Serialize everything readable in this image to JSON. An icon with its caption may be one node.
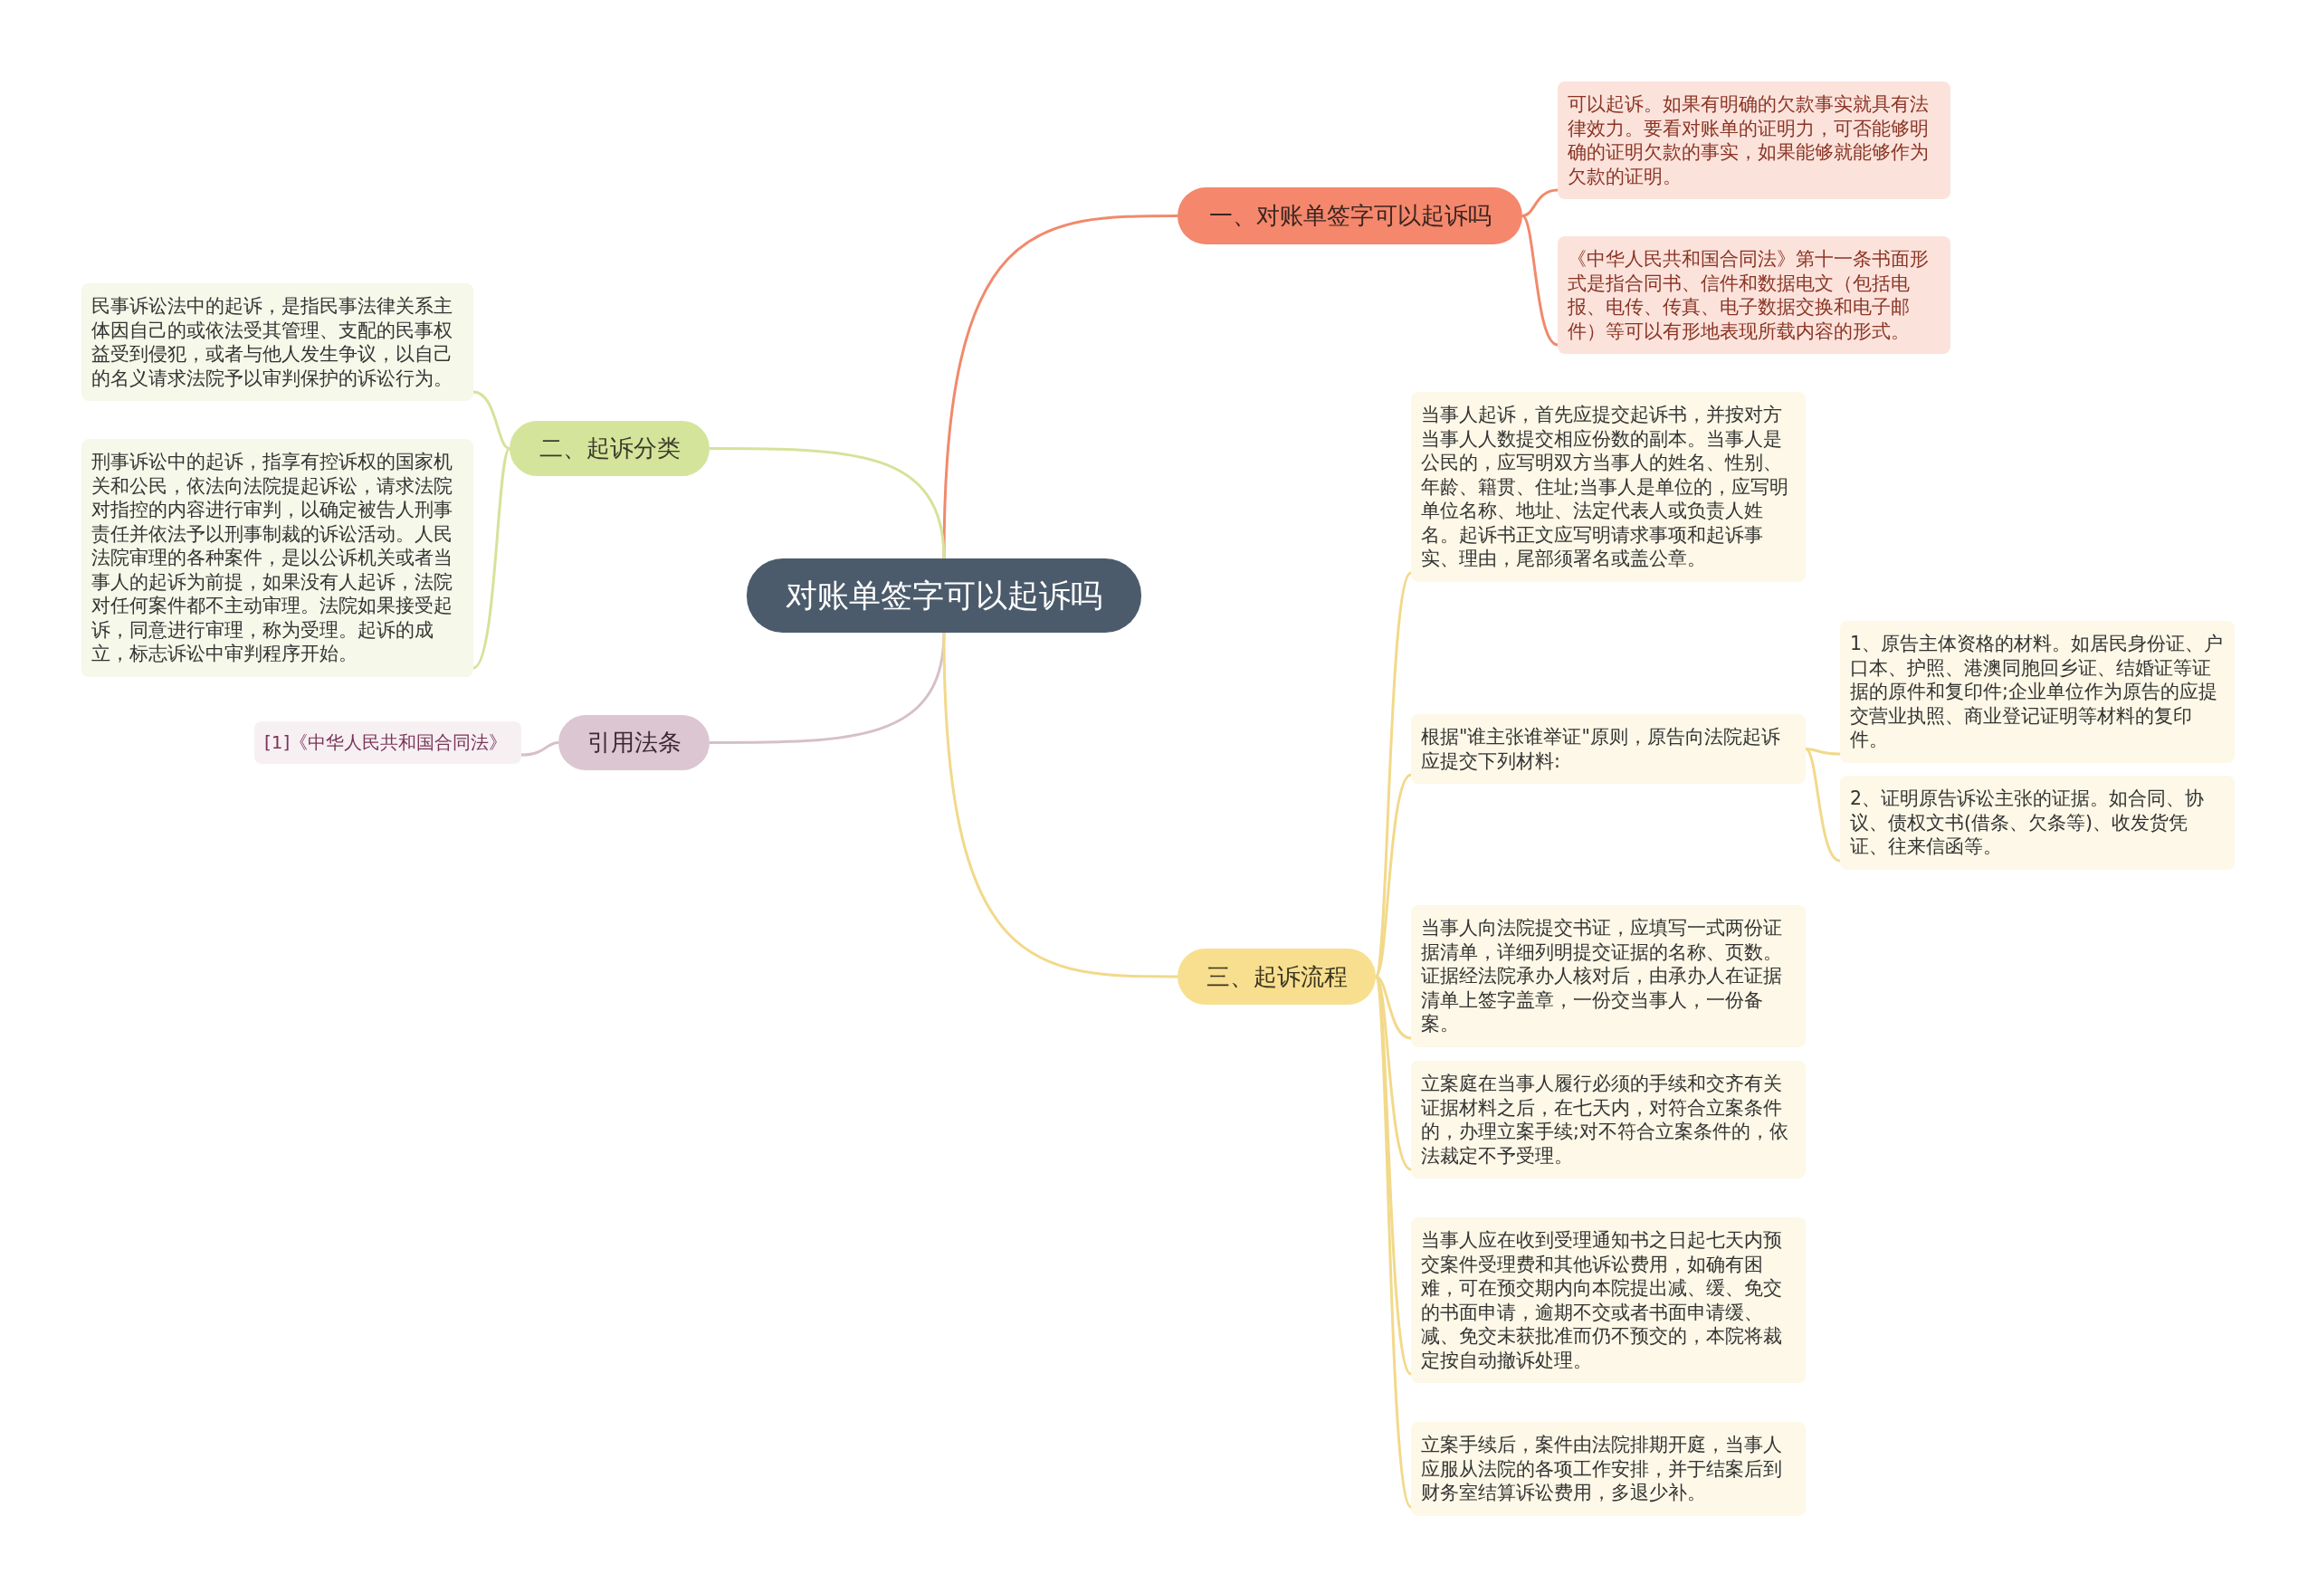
{
  "diagram": {
    "nodes": [
      {
        "text": [
          "对账单签字可以起诉吗"
        ]
      },
      {
        "text": [
          "一、对账单签字可以起诉吗"
        ]
      },
      {
        "text": [
          "可以起诉。如果有明确的欠款事实就具有法律效力。要看对账单的证明力，可否能够明确的证明欠款的事实，如果能够就能够作为欠款的证明。"
        ]
      },
      {
        "text": [
          "《中华人民共和国合同法》第十一条书面形式是指合同书、信件和数据电文（包括电报、电传、传真、电子数据交换和电子邮件）等可以有形地表现所载内容的形式。"
        ]
      },
      {
        "text": [
          "二、起诉分类"
        ]
      },
      {
        "text": [
          "民事诉讼法中的起诉，是指民事法律关系主体因自己的或依法受其管理、支配的民事权益受到侵犯，或者与他人发生争议，以自己的名义请求法院予以审判保护的诉讼行为。"
        ]
      },
      {
        "text": [
          "刑事诉讼中的起诉，指享有控诉权的国家机关和公民，依法向法院提起诉讼，请求法院对指控的内容进行审判，以确定被告人刑事责任并依法予以刑事制裁的诉讼活动。人民法院审理的各种案件，是以公诉机关或者当事人的起诉为前提，如果没有人起诉，法院对任何案件都不主动审理。法院如果接受起诉，同意进行审理，称为受理。起诉的成立，标志诉讼中审判程序开始。"
        ]
      },
      {
        "text": [
          "引用法条"
        ]
      },
      {
        "text": [
          "[1]《中华人民共和国合同法》"
        ]
      },
      {
        "text": [
          "三、起诉流程"
        ]
      },
      {
        "text": [
          "当事人起诉，首先应提交起诉书，并按对方当事人人数提交相应份数的副本。当事人是公民的，应写明双方当事人的姓名、性别、年龄、籍贯、住址;当事人是单位的，应写明单位名称、地址、法定代表人或负责人姓名。起诉书正文应写明请求事项和起诉事实、理由，尾部须署名或盖公章。"
        ]
      },
      {
        "text": [
          "根据\"谁主张谁举证\"原则，原告向法院起诉应提交下列材料:"
        ]
      },
      {
        "text": [
          "1、原告主体资格的材料。如居民身份证、户口本、护照、港澳同胞回乡证、结婚证等证据的原件和复印件;企业单位作为原告的应提交营业执照、商业登记证明等材料的复印件。"
        ]
      },
      {
        "text": [
          "2、证明原告诉讼主张的证据。如合同、协议、债权文书(借条、欠条等)、收发货凭证、往来信函等。"
        ]
      },
      {
        "text": [
          "当事人向法院提交书证，应填写一式两份证据清单，详细列明提交证据的名称、页数。证据经法院承办人核对后，由承办人在证据清单上签字盖章，一份交当事人，一份备案。"
        ]
      },
      {
        "text": [
          "立案庭在当事人履行必须的手续和交齐有关证据材料之后，在七天内，对符合立案条件的，办理立案手续;对不符合立案条件的，依法裁定不予受理。"
        ]
      },
      {
        "text": [
          "当事人应在收到受理通知书之日起七天内预交案件受理费和其他诉讼费用，如确有困难，可在预交期内向本院提出减、缓、免交的书面申请，逾期不交或者书面申请缓、减、免交未获批准而仍不预交的，本院将裁定按自动撤诉处理。"
        ]
      },
      {
        "text": [
          "立案手续后，案件由法院排期开庭，当事人应服从法院的各项工作安排，并于结案后到财务室结算诉讼费用，多退少补。"
        ]
      }
    ],
    "edges": [
      {
        "from": 0,
        "to": 1,
        "arrow": "none",
        "color": "#f08a6c"
      },
      {
        "from": 1,
        "to": 2,
        "arrow": "none",
        "color": "#f08a6c"
      },
      {
        "from": 1,
        "to": 3,
        "arrow": "none",
        "color": "#f08a6c"
      },
      {
        "from": 0,
        "to": 4,
        "arrow": "none",
        "color": "#d6e29a"
      },
      {
        "from": 4,
        "to": 5,
        "arrow": "none",
        "color": "#d6e29a"
      },
      {
        "from": 4,
        "to": 6,
        "arrow": "none",
        "color": "#d6e29a"
      },
      {
        "from": 0,
        "to": 7,
        "arrow": "none",
        "color": "#d6bfca"
      },
      {
        "from": 7,
        "to": 8,
        "arrow": "none",
        "color": "#d6bfca"
      },
      {
        "from": 0,
        "to": 9,
        "arrow": "none"
      },
      {
        "from": 9,
        "to": 10,
        "arrow": "none"
      },
      {
        "from": 9,
        "to": 11,
        "arrow": "none"
      },
      {
        "from": 11,
        "to": 12,
        "arrow": "none"
      },
      {
        "from": 11,
        "to": 13,
        "arrow": "none"
      },
      {
        "from": 9,
        "to": 14,
        "arrow": "none"
      },
      {
        "from": 9,
        "to": 15,
        "arrow": "none"
      },
      {
        "from": 9,
        "to": 16,
        "arrow": "none"
      },
      {
        "from": 9,
        "to": 17,
        "arrow": "none"
      }
    ]
  }
}
